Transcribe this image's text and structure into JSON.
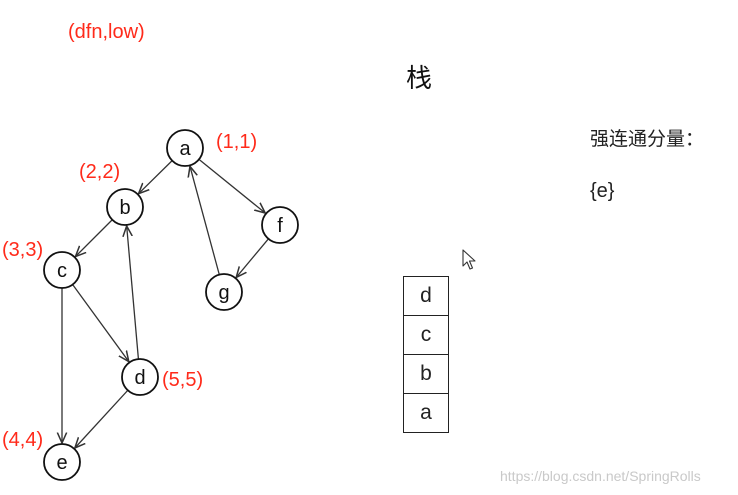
{
  "legend_label": "(dfn,low)",
  "stack_title": "栈",
  "scc_title": "强连通分量：",
  "scc_set": "{e}",
  "watermark": "https://blog.csdn.net/SpringRolls",
  "stack_items": [
    "d",
    "c",
    "b",
    "a"
  ],
  "nodes": [
    {
      "id": "a",
      "label": "a",
      "dfn_low": "(1,1)"
    },
    {
      "id": "b",
      "label": "b",
      "dfn_low": "(2,2)"
    },
    {
      "id": "c",
      "label": "c",
      "dfn_low": "(3,3)"
    },
    {
      "id": "d",
      "label": "d",
      "dfn_low": "(5,5)"
    },
    {
      "id": "e",
      "label": "e",
      "dfn_low": "(4,4)"
    },
    {
      "id": "f",
      "label": "f",
      "dfn_low": ""
    },
    {
      "id": "g",
      "label": "g",
      "dfn_low": ""
    }
  ],
  "edges": [
    {
      "from": "a",
      "to": "b"
    },
    {
      "from": "a",
      "to": "f"
    },
    {
      "from": "f",
      "to": "g"
    },
    {
      "from": "g",
      "to": "a"
    },
    {
      "from": "b",
      "to": "c"
    },
    {
      "from": "c",
      "to": "d"
    },
    {
      "from": "c",
      "to": "e"
    },
    {
      "from": "d",
      "to": "b"
    },
    {
      "from": "d",
      "to": "e"
    }
  ],
  "colors": {
    "annotation": "#ff2a1a",
    "node_stroke": "#111111",
    "edge": "#333333"
  }
}
